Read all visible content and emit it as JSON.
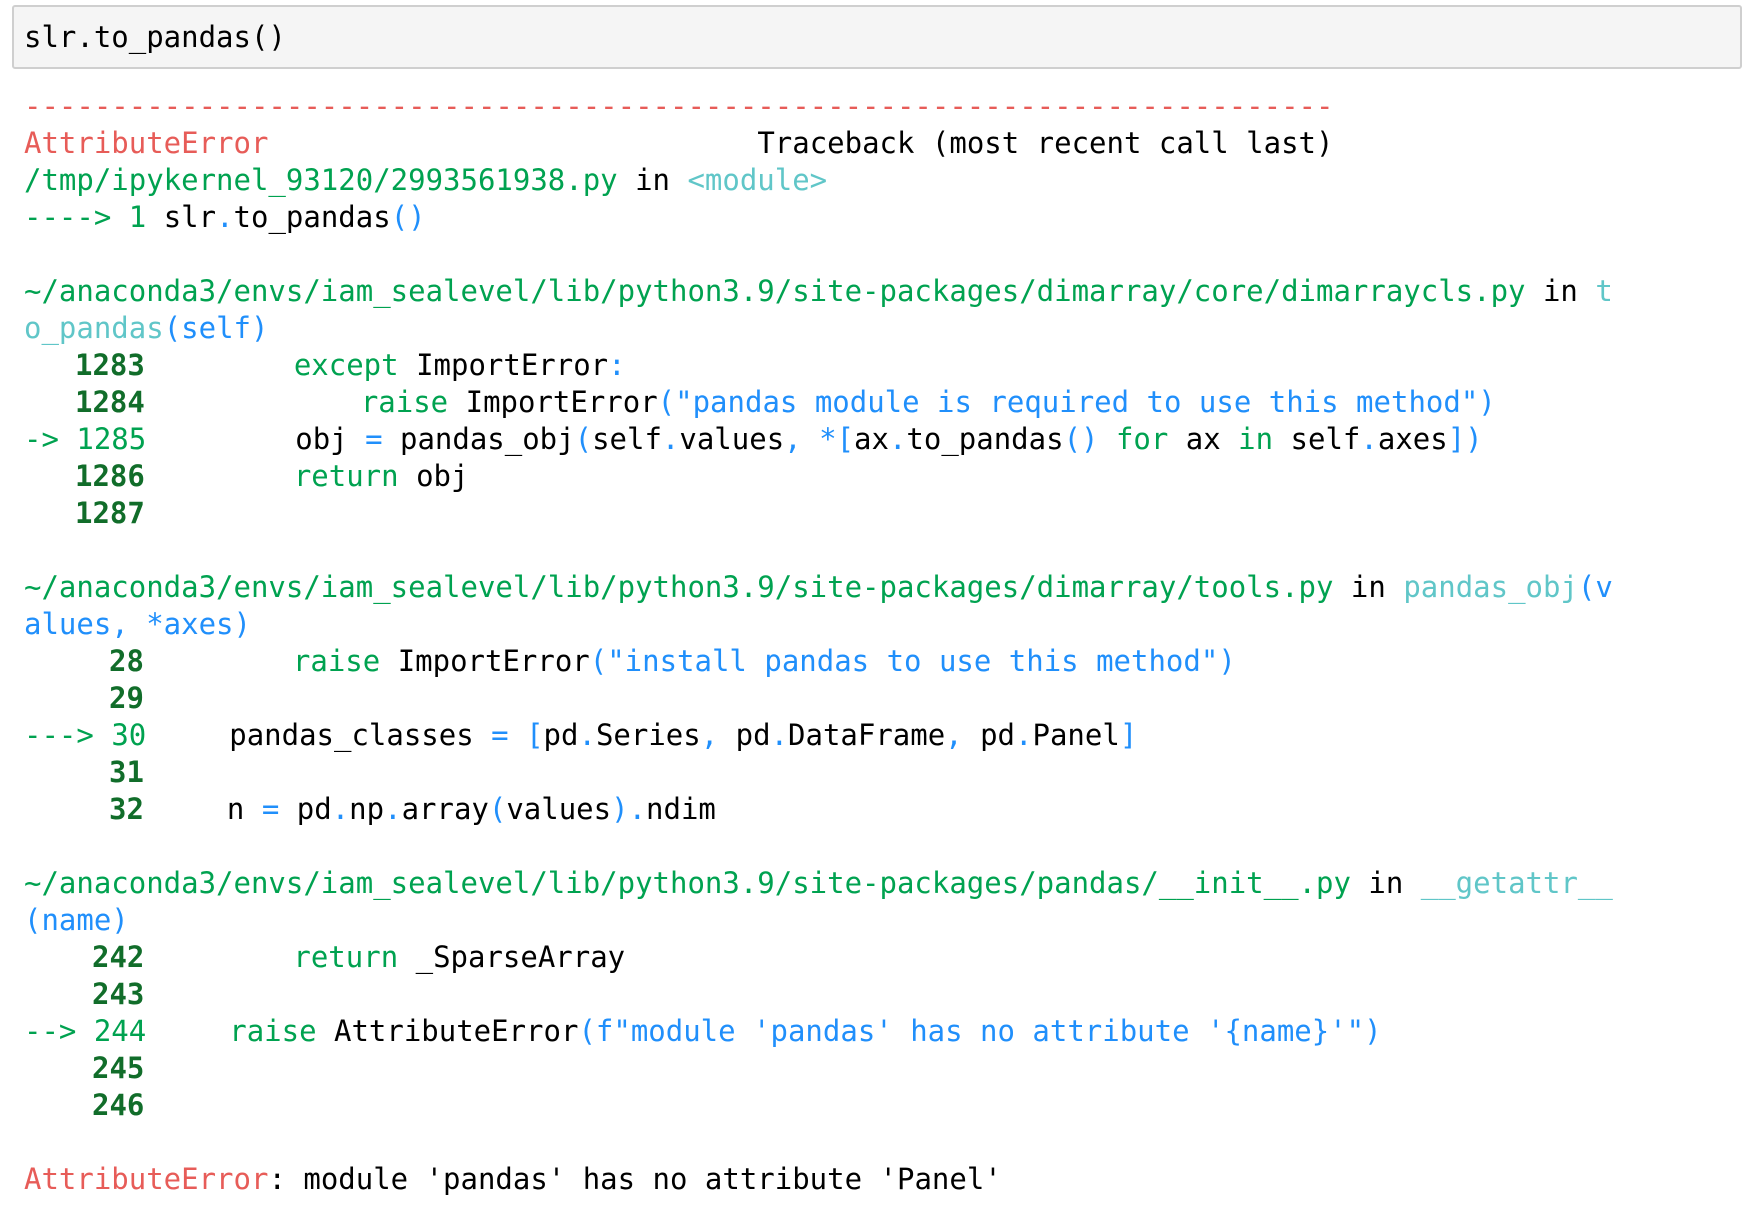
{
  "input": {
    "code": "slr.to_pandas()"
  },
  "traceback": {
    "dashes": "---------------------------------------------------------------------------",
    "error_name": "AttributeError",
    "header_pad": "                            ",
    "header_text": "Traceback (most recent call last)",
    "frame0": {
      "path": "/tmp/ipykernel_93120/2993561938.py",
      "in_kw": " in ",
      "func": "<module>",
      "arrow": "----> 1 ",
      "code": {
        "slr": "slr",
        "dot": ".",
        "method": "to_pandas",
        "parens": "()"
      }
    },
    "frame1": {
      "path": "~/anaconda3/envs/iam_sealevel/lib/python3.9/site-packages/dimarray/core/dimarraycls.py",
      "in_kw": " in ",
      "func_a": "t",
      "func_b": "o_pandas",
      "args": "(self)",
      "lines": [
        {
          "num": "1283",
          "t1": "except",
          "t2": " ImportError",
          "t3": ":"
        },
        {
          "num": "1284",
          "t1": "raise",
          "t2": " ImportError",
          "t3": "(",
          "t4": "\"pandas module is required to use this method\"",
          "t5": ")"
        },
        {
          "num": "1285",
          "arrow": "-> ",
          "t1": "obj ",
          "t2": "=",
          "t3": " pandas_obj",
          "t4": "(",
          "t5": "self",
          "t6": ".",
          "t7": "values",
          "t8": ",",
          "t9": " ",
          "t10": "*",
          "t11": "[",
          "t12": "ax",
          "t13": ".",
          "t14": "to_pandas",
          "t15": "()",
          "t16": " for",
          "t17": " ax ",
          "t18": "in",
          "t19": " self",
          "t20": ".",
          "t21": "axes",
          "t22": "])"
        },
        {
          "num": "1286",
          "t1": "return",
          "t2": " obj"
        },
        {
          "num": "1287"
        }
      ]
    },
    "frame2": {
      "path": "~/anaconda3/envs/iam_sealevel/lib/python3.9/site-packages/dimarray/tools.py",
      "in_kw": " in ",
      "func": "pandas_obj",
      "args_a": "(v",
      "args_b": "alues, *axes)",
      "lines": [
        {
          "num": "28",
          "t1": "raise",
          "t2": " ImportError",
          "t3": "(",
          "t4": "\"install pandas to use this method\"",
          "t5": ")"
        },
        {
          "num": "29"
        },
        {
          "num": "30",
          "arrow": "---> ",
          "t1": "pandas_classes ",
          "t2": "=",
          "t3": " ",
          "t4": "[",
          "t5": "pd",
          "t6": ".",
          "t7": "Series",
          "t8": ",",
          "t9": " pd",
          "t10": ".",
          "t11": "DataFrame",
          "t12": ",",
          "t13": " pd",
          "t14": ".",
          "t15": "Panel",
          "t16": "]"
        },
        {
          "num": "31"
        },
        {
          "num": "32",
          "t1": "n ",
          "t2": "=",
          "t3": " pd",
          "t4": ".",
          "t5": "np",
          "t6": ".",
          "t7": "array",
          "t8": "(",
          "t9": "values",
          "t10": ").",
          "t11": "ndim"
        }
      ]
    },
    "frame3": {
      "path": "~/anaconda3/envs/iam_sealevel/lib/python3.9/site-packages/pandas/__init__.py",
      "in_kw": " in ",
      "func": "__getattr__",
      "args": "(name)",
      "lines": [
        {
          "num": "242",
          "t1": "return",
          "t2": " _SparseArray"
        },
        {
          "num": "243"
        },
        {
          "num": "244",
          "arrow": "--> ",
          "t1": "raise",
          "t2": " AttributeError",
          "t3": "(",
          "t4": "f\"module 'pandas' has no attribute '{name}'\"",
          "t5": ")"
        },
        {
          "num": "245"
        },
        {
          "num": "246"
        }
      ]
    },
    "final": {
      "error_name": "AttributeError",
      "message": ": module 'pandas' has no attribute 'Panel'"
    }
  }
}
